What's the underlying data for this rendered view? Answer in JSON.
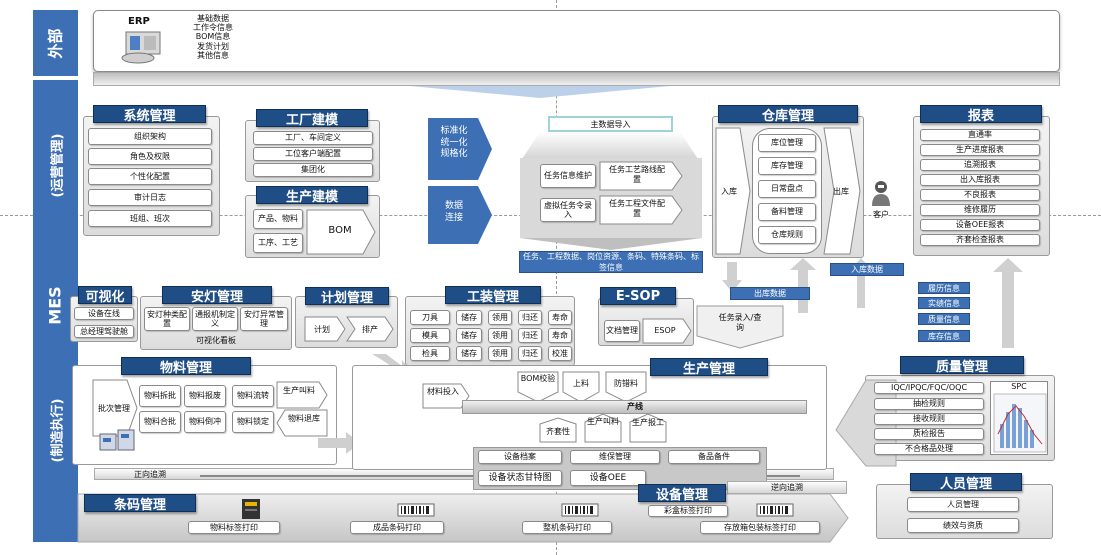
{
  "sidebar": {
    "external": "外部",
    "ops": "(运营管理)",
    "mes": "MES",
    "exec": "(制造执行)"
  },
  "erp": {
    "title": "ERP",
    "items": [
      "基础数据",
      "工作令信息",
      "BOM信息",
      "发货计划",
      "其他信息"
    ]
  },
  "system_mgmt": {
    "title": "系统管理",
    "items": [
      "组织架构",
      "角色及权限",
      "个性化配置",
      "审计日志",
      "班组、班次"
    ]
  },
  "factory_model": {
    "title": "工厂建模",
    "items": [
      "工厂、车间定义",
      "工位客户端配置",
      "集团化"
    ]
  },
  "production_model": {
    "title": "生产建模",
    "left": [
      "产品、物料",
      "工序、工艺"
    ],
    "bom": "BOM"
  },
  "standardize": {
    "arrow1": "标准化\n统一化\n规格化",
    "arrow2": "数据\n连接"
  },
  "master_data": {
    "import": "主数据导入",
    "task_info": "任务信息维护",
    "route_config": "任务工艺路线配置",
    "virtual_task": "虚拟任务令录入",
    "file_config": "任务工程文件配置",
    "bottom": "任务、工程数据、岗位资源、条码、特殊条码、标签信息"
  },
  "warehouse": {
    "title": "仓库管理",
    "in": "入库",
    "out": "出库",
    "items": [
      "库位管理",
      "库存管理",
      "日常盘点",
      "备料管理",
      "仓库规则"
    ],
    "in_data": "入库数据",
    "out_data": "出库数据"
  },
  "customer": {
    "label": "客户"
  },
  "reports": {
    "title": "报表",
    "items": [
      "直通率",
      "生产进度报表",
      "追溯报表",
      "出入库报表",
      "不良报表",
      "维修履历",
      "设备OEE报表",
      "齐套检查报表"
    ]
  },
  "quality_info": [
    "履历信息",
    "实绩信息",
    "质量信息",
    "库存信息"
  ],
  "visual": {
    "title": "可视化",
    "items": [
      "设备在线",
      "总经理驾驶舱"
    ]
  },
  "andon": {
    "title": "安灯管理",
    "items": [
      "安灯种类配置",
      "通报机制定义",
      "安灯异常管理"
    ],
    "board": "可视化看板"
  },
  "plan": {
    "title": "计划管理",
    "items": [
      "计划",
      "排产"
    ]
  },
  "tooling": {
    "title": "工装管理",
    "rows": [
      [
        "刀具",
        "储存",
        "领用",
        "归还",
        "寿命"
      ],
      [
        "模具",
        "储存",
        "领用",
        "归还",
        "寿命"
      ],
      [
        "检具",
        "储存",
        "领用",
        "归还",
        "校准"
      ]
    ]
  },
  "esop": {
    "title": "E-SOP",
    "doc": "文档管理",
    "esop": "ESOP",
    "task": "任务录入/查询"
  },
  "material": {
    "title": "物料管理",
    "batch": "批次管理",
    "items": [
      "物料拆批",
      "物料报废",
      "物料流转",
      "物料合批",
      "物料倒冲",
      "物料锁定"
    ],
    "call": "生产叫料",
    "return": "物料退库"
  },
  "production": {
    "title": "生产管理",
    "feed": "材料投入",
    "bom_check": "BOM校验",
    "loading": "上料",
    "anti_error": "防错料",
    "line": "产线",
    "kitting": "齐套性",
    "call": "生产叫料",
    "report": "生产报工"
  },
  "equipment_bar": {
    "items": [
      "设备档案",
      "维保管理",
      "备品备件"
    ],
    "status": "设备状态甘特图",
    "oee": "设备OEE"
  },
  "equipment": {
    "title": "设备管理"
  },
  "trace": {
    "forward": "正向追溯",
    "reverse": "逆向追溯"
  },
  "quality": {
    "title": "质量管理",
    "items": [
      "IQC/IPQC/FQC/OQC",
      "抽检规则",
      "接收规则",
      "质检报告",
      "不合格品处理"
    ],
    "spc": "SPC"
  },
  "personnel": {
    "title": "人员管理",
    "items": [
      "人员管理",
      "绩效与资质"
    ]
  },
  "barcode": {
    "title": "条码管理",
    "items": [
      "物料标签打印",
      "成品条码打印",
      "整机条码打印",
      "存放箱包装标签打印"
    ],
    "color_label": "彩盒标签打印"
  },
  "colors": {
    "header": "#1f4d85",
    "side": "#3c6fb3",
    "accent": "#3c6fb3"
  }
}
